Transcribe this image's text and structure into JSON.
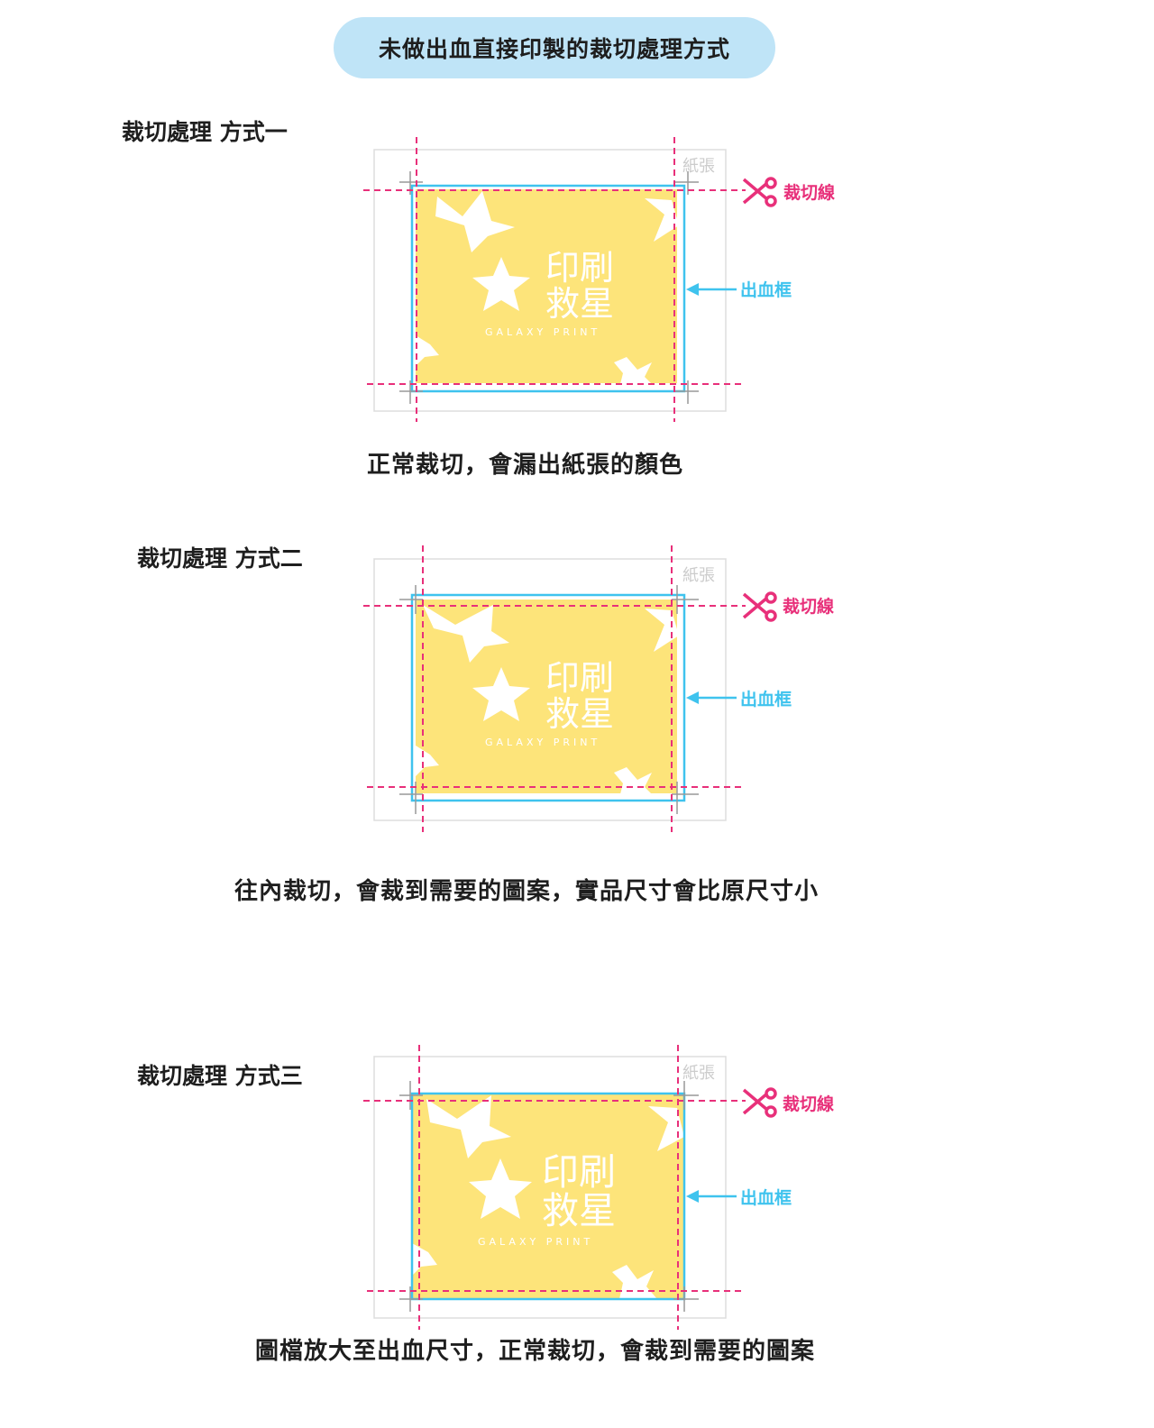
{
  "header": {
    "title": "未做出血直接印製的裁切處理方式"
  },
  "sections": [
    {
      "label": "裁切處理 方式一",
      "caption": "正常裁切，會漏出紙張的顏色",
      "paper_label": "紙張",
      "cut_label": "裁切線",
      "bleed_label": "出血框",
      "logo": {
        "line1": "印刷",
        "line2": "救星",
        "sub": "GALAXY PRINT"
      }
    },
    {
      "label": "裁切處理 方式二",
      "caption": "往內裁切，會裁到需要的圖案，實品尺寸會比原尺寸小",
      "paper_label": "紙張",
      "cut_label": "裁切線",
      "bleed_label": "出血框",
      "logo": {
        "line1": "印刷",
        "line2": "救星",
        "sub": "GALAXY PRINT"
      }
    },
    {
      "label": "裁切處理 方式三",
      "caption": "圖檔放大至出血尺寸，正常裁切，會裁到需要的圖案",
      "paper_label": "紙張",
      "cut_label": "裁切線",
      "bleed_label": "出血框",
      "logo": {
        "line1": "印刷",
        "line2": "救星",
        "sub": "GALAXY PRINT"
      }
    }
  ],
  "colors": {
    "pill": "#bfe4f7",
    "art_fill": "#fde47a",
    "cut_line": "#e8307a",
    "bleed_line": "#3fc3ee",
    "paper_border": "#dddddd"
  },
  "icons": {
    "cut": "scissors-icon",
    "bleed": "arrow-left-icon"
  }
}
